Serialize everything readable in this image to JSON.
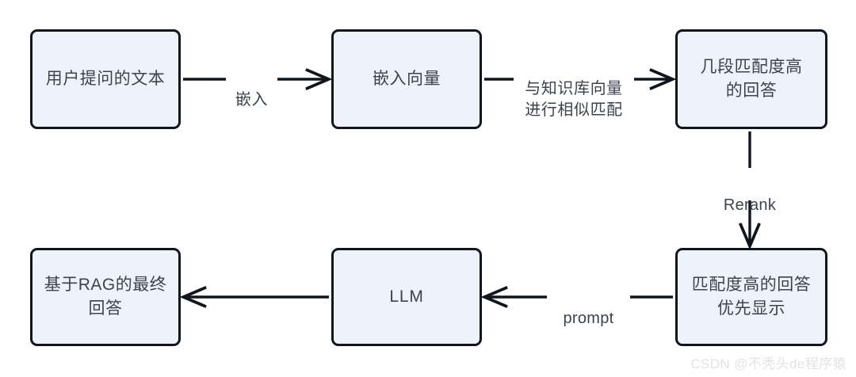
{
  "diagram": {
    "title": "RAG retrieval and generation flow",
    "background_color": "#ffffff",
    "node_fill_color": "#eef2fb",
    "node_border_color": "#11161d",
    "text_color": "#3b444e",
    "edge_color": "#11161d",
    "nodes": [
      {
        "id": "user-question",
        "label": "用户提问的文本"
      },
      {
        "id": "embedding-vector",
        "label": "嵌入向量"
      },
      {
        "id": "top-matched-answers",
        "label": "几段匹配度高\n的回答"
      },
      {
        "id": "reranked-answers",
        "label": "匹配度高的回答\n优先显示"
      },
      {
        "id": "llm",
        "label": "LLM"
      },
      {
        "id": "final-rag-answer",
        "label": "基于RAG的最终\n回答"
      }
    ],
    "edges": [
      {
        "id": "embed",
        "label": "嵌入",
        "from": "user-question",
        "to": "embedding-vector"
      },
      {
        "id": "similarity-match",
        "label": "与知识库向量\n进行相似匹配",
        "from": "embedding-vector",
        "to": "top-matched-answers"
      },
      {
        "id": "rerank",
        "label": "Rerank",
        "from": "top-matched-answers",
        "to": "reranked-answers"
      },
      {
        "id": "prompt",
        "label": "prompt",
        "from": "reranked-answers",
        "to": "llm"
      },
      {
        "id": "answer",
        "label": "",
        "from": "llm",
        "to": "final-rag-answer"
      }
    ]
  },
  "watermark": {
    "text": "CSDN @不秃头de程序猿"
  }
}
